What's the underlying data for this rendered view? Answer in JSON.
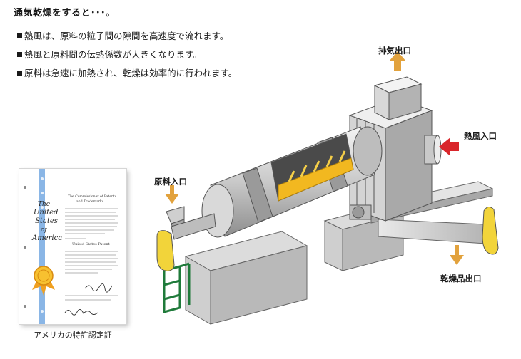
{
  "heading": "通気乾燥をすると･･･。",
  "bullets": [
    "熱風は、原料の粒子間の隙間を高速度で流れます。",
    "熱風と原料間の伝熱係数が大きくなります。",
    "原料は急速に加熱され、乾燥は効率的に行われます。"
  ],
  "labels": {
    "exhaust_outlet": "排気出口",
    "hot_air_inlet": "熱風入口",
    "material_inlet": "原料入口",
    "dried_product_outlet": "乾燥品出口"
  },
  "certificate": {
    "caption": "アメリカの特許認定証",
    "seal_lines": [
      "The",
      "United",
      "States",
      "of",
      "America"
    ],
    "body_lines": [
      "The Commissioner of Patents",
      "and Trademarks",
      "United States Patent"
    ]
  },
  "colors": {
    "arrow_orange": "#e2a23d",
    "arrow_red": "#d9262b",
    "tab_yellow": "#f2d43a",
    "stand_green": "#1f7a3a",
    "seal_gold": "#f0a020",
    "ribbon_blue": "#8ab6e6"
  }
}
